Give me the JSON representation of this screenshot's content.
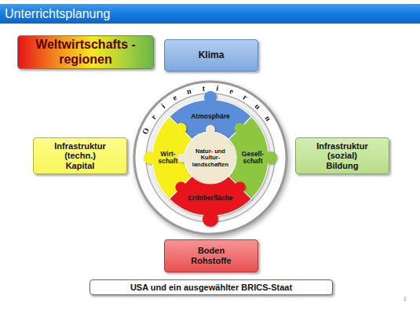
{
  "diagram": {
    "title": "Unterrichtsplanung",
    "nodes": [
      {
        "text": [
          "Weltwirtschafts -regionen"
        ]
      },
      {
        "text": [
          "Klima"
        ]
      },
      {
        "text": [
          "Orientierung"
        ]
      },
      {
        "text": [
          "Atmosphäre"
        ],
        "in": 2
      },
      {
        "text": [
          "Wirt- schaft"
        ],
        "in": 2
      },
      {
        "text": [
          "Natur- und Kultur- landschaften"
        ],
        "in": 2
      },
      {
        "text": [
          "Gesell- schaft"
        ],
        "in": 2
      },
      {
        "text": [
          "Erdoberfläche"
        ],
        "in": 2
      },
      {
        "text": [
          "Infrastruktur (techn.) Kapital"
        ]
      },
      {
        "text": [
          "Infrastruktur (sozial) Bildung"
        ]
      },
      {
        "text": [
          "Boden Rohstoffe"
        ]
      },
      {
        "text": [
          "USA und ein ausgewählter BRICS-Staat"
        ]
      }
    ],
    "labels": [
      "1"
    ]
  }
}
